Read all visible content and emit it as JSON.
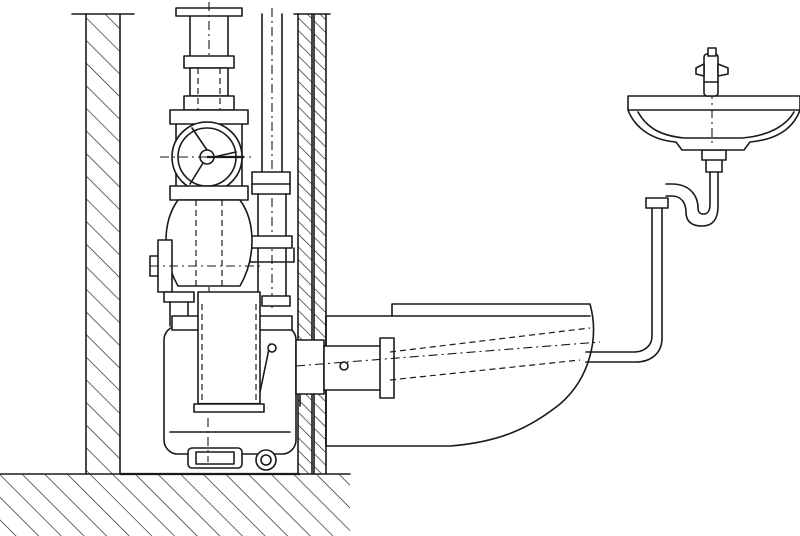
{
  "diagram": {
    "kind": "technical-line-drawing",
    "colors": {
      "line": "#1a1a1a",
      "background": "#ffffff"
    },
    "components": [
      "left-wall",
      "floor-slab",
      "vertical-drain-pipe",
      "vent-pipe",
      "gate-valve",
      "pump-body",
      "lifting-station-tank",
      "installation-wall",
      "wall-hung-toilet",
      "washbasin",
      "mixer-tap",
      "p-trap",
      "basin-drain-line"
    ]
  }
}
